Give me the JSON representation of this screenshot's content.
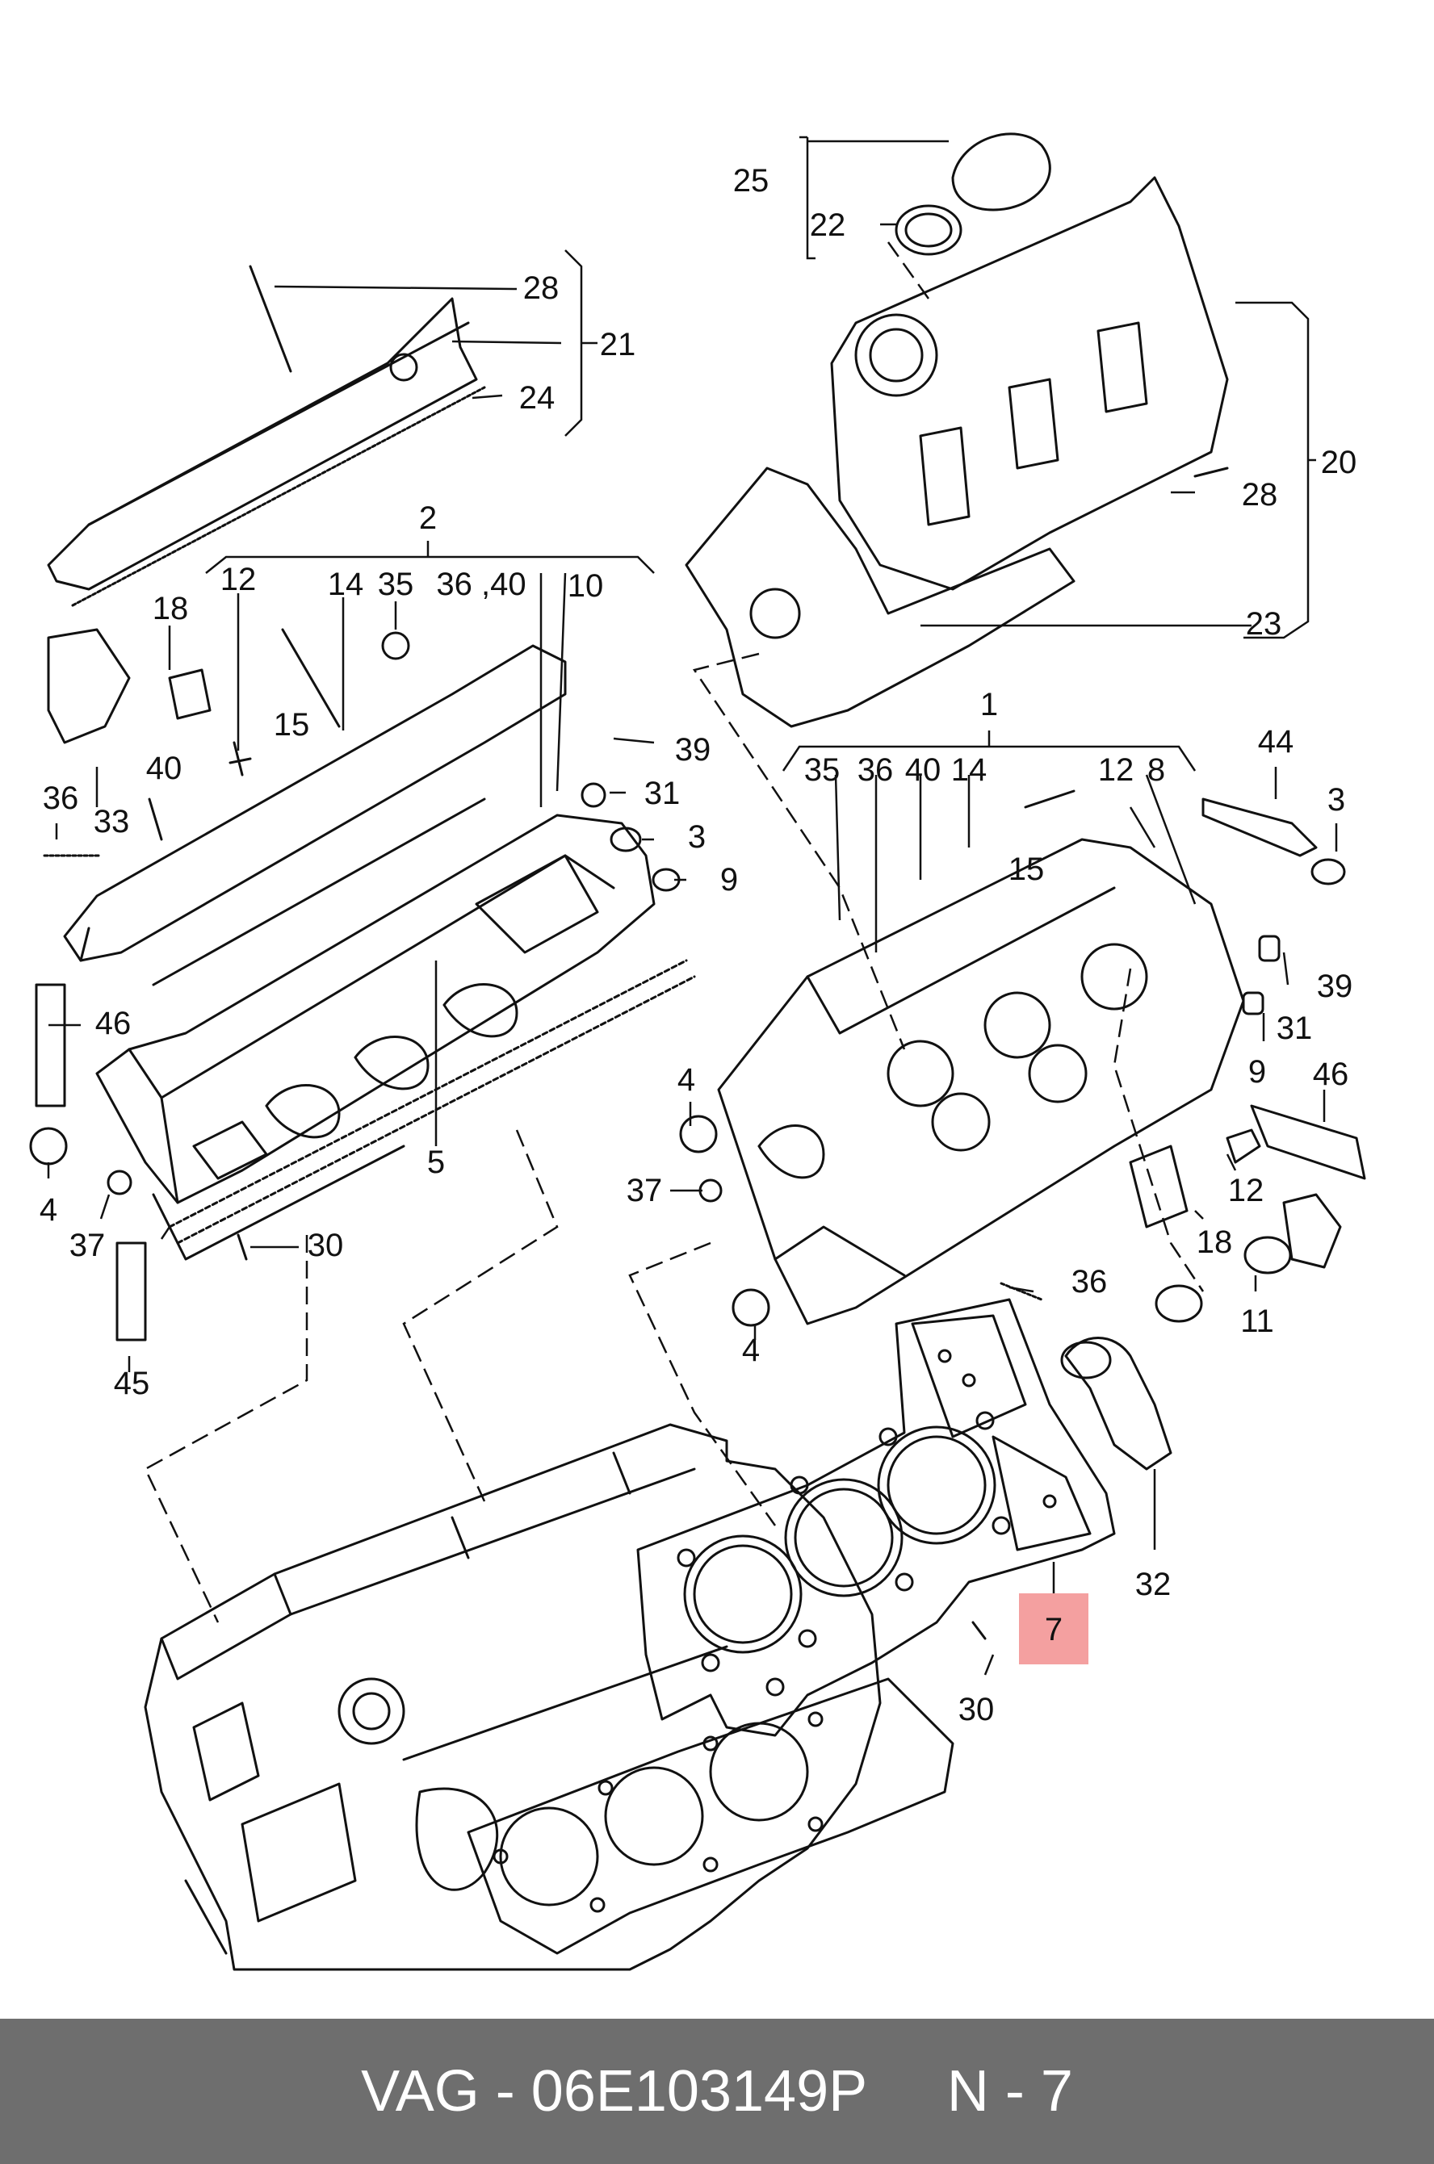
{
  "diagram": {
    "labels": {
      "l25": "25",
      "l22": "22",
      "l28a": "28",
      "l21": "21",
      "l24": "24",
      "l20": "20",
      "l28b": "28",
      "l23": "23",
      "l2": "2",
      "l12a": "12",
      "l14a": "14",
      "l35a": "35",
      "l36_40a": "36 ,40",
      "l10": "10",
      "l18a": "18",
      "l15a": "15",
      "l39a": "39",
      "l31a": "31",
      "l3a": "3",
      "l9a": "9",
      "l40a": "40",
      "l36a": "36",
      "l33": "33",
      "l46a": "46",
      "l5": "5",
      "l4a": "4",
      "l37a": "37",
      "l30a": "30",
      "l45": "45",
      "l1": "1",
      "l35b": "35",
      "l36b": "36",
      "l40b": "40",
      "l14b": "14",
      "l12b": "12",
      "l8": "8",
      "l44": "44",
      "l3b": "3",
      "l15b": "15",
      "l39b": "39",
      "l31b": "31",
      "l9b": "9",
      "l46b": "46",
      "l4b": "4",
      "l37b": "37",
      "l12c": "12",
      "l18b": "18",
      "l36c": "36",
      "l11": "11",
      "l4c": "4",
      "l7": "7",
      "l32": "32",
      "l30b": "30"
    },
    "highlight": {
      "part": "7",
      "color": "#f4a0a0"
    }
  },
  "footer": {
    "text": "VAG - 06E103149P     N - 7",
    "background": "#6e6e6e"
  }
}
